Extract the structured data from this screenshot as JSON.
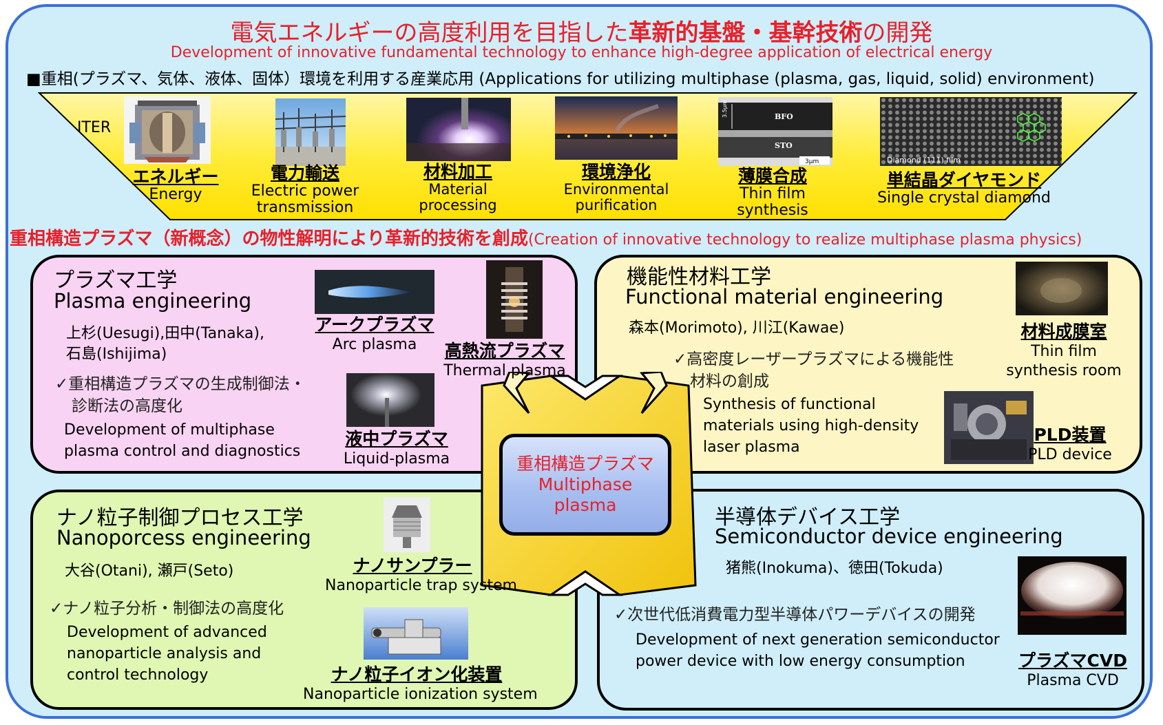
{
  "title": {
    "jp_normal_1": "電気エネルギーの高度利用を目指した",
    "jp_bold": "革新的基盤・基幹技術",
    "jp_normal_2": "の開発",
    "en": "Development of innovative fundamental technology to enhance high-degree application of electrical energy"
  },
  "multiphase_line": "■重相(プラズマ、気体、液体、固体）環境を利用する産業応用 (Applications for utilizing multiphase (plasma, gas, liquid, solid) environment)",
  "applications": [
    {
      "jp": "エネルギー",
      "en": "Energy",
      "caption": "ITER"
    },
    {
      "jp": "電力輸送",
      "en": "Electric power",
      "en2": "transmission"
    },
    {
      "jp": "材料加工",
      "en": "Material",
      "en2": "processing"
    },
    {
      "jp": "環境浄化",
      "en": "Environmental",
      "en2": "purification"
    },
    {
      "jp": "薄膜合成",
      "en": "Thin film",
      "en2": "synthesis",
      "photo_text_1": "BFO",
      "photo_text_2": "STO",
      "photo_text_3": "3.5μm",
      "photo_text_4": "3μm"
    },
    {
      "jp": "単結晶ダイヤモンド",
      "en": "Single crystal diamond",
      "photo_text": "Diamond (111) film"
    }
  ],
  "strap": {
    "jp": "重相構造プラズマ（新概念）の物性解明により革新的技術を創成",
    "en": "(Creation of innovative technology to realize multiphase plasma physics)"
  },
  "center": {
    "jp": "重相構造プラズマ",
    "en1": "Multiphase",
    "en2": "plasma"
  },
  "panels": {
    "plasma": {
      "title_jp": "プラズマ工学",
      "title_en": "Plasma engineering",
      "names_1": "上杉(Uesugi),田中(Tanaka),",
      "names_2": "石島(Ishijima)",
      "goal_jp_1": "✓重相構造プラズマの生成制御法・",
      "goal_jp_2": "診断法の高度化",
      "goal_en_1": "Development of multiphase",
      "goal_en_2": "plasma control and diagnostics",
      "photos": [
        {
          "jp": "アークプラズマ",
          "en": "Arc plasma"
        },
        {
          "jp": "高熱流プラズマ",
          "en": "Thermal plasma"
        },
        {
          "jp": "液中プラズマ",
          "en": "Liquid-plasma"
        }
      ]
    },
    "material": {
      "title_jp": "機能性材料工学",
      "title_en": "Functional material engineering",
      "names": "森本(Morimoto), 川江(Kawae)",
      "goal_jp_1": "✓高密度レーザープラズマによる機能性",
      "goal_jp_2": "材料の創成",
      "goal_en_1": "Synthesis of functional",
      "goal_en_2": "materials using high-density",
      "goal_en_3": "laser plasma",
      "photos": [
        {
          "jp": "材料成膜室",
          "en": "Thin film",
          "en2": "synthesis room"
        },
        {
          "jp": "PLD装置",
          "en": "PLD device"
        }
      ]
    },
    "nano": {
      "title_jp": "ナノ粒子制御プロセス工学",
      "title_en": "Nanoporcess engineering",
      "names": "大谷(Otani), 瀬戸(Seto)",
      "goal_jp": "✓ナノ粒子分析・制御法の高度化",
      "goal_en_1": "Development of advanced",
      "goal_en_2": "nanoparticle analysis and",
      "goal_en_3": "control technology",
      "photos": [
        {
          "jp": "ナノサンプラー",
          "en": "Nanoparticle trap system"
        },
        {
          "jp": "ナノ粒子イオン化装置",
          "en": "Nanoparticle ionization system"
        }
      ]
    },
    "semi": {
      "title_jp": "半導体デバイス工学",
      "title_en": "Semiconductor device engineering",
      "names": "猪熊(Inokuma)、徳田(Tokuda)",
      "goal_jp": "✓次世代低消費電力型半導体パワーデバイスの開発",
      "goal_en_1": "Development of next generation semiconductor",
      "goal_en_2": "power device with low energy consumption",
      "photos": [
        {
          "jp": "プラズマCVD",
          "en": "Plasma CVD"
        }
      ]
    }
  },
  "colors": {
    "accent_red": "#e8202a",
    "frame_blue": "#3b6fd6",
    "bg_light_blue": "#cfeefa",
    "banner_yellow": "#ffe600",
    "panel_pink": "#f9d3f3",
    "panel_yellow": "#fdf6c4",
    "panel_green": "#dff7b3",
    "arrow_yellow": "#f6d21f"
  }
}
